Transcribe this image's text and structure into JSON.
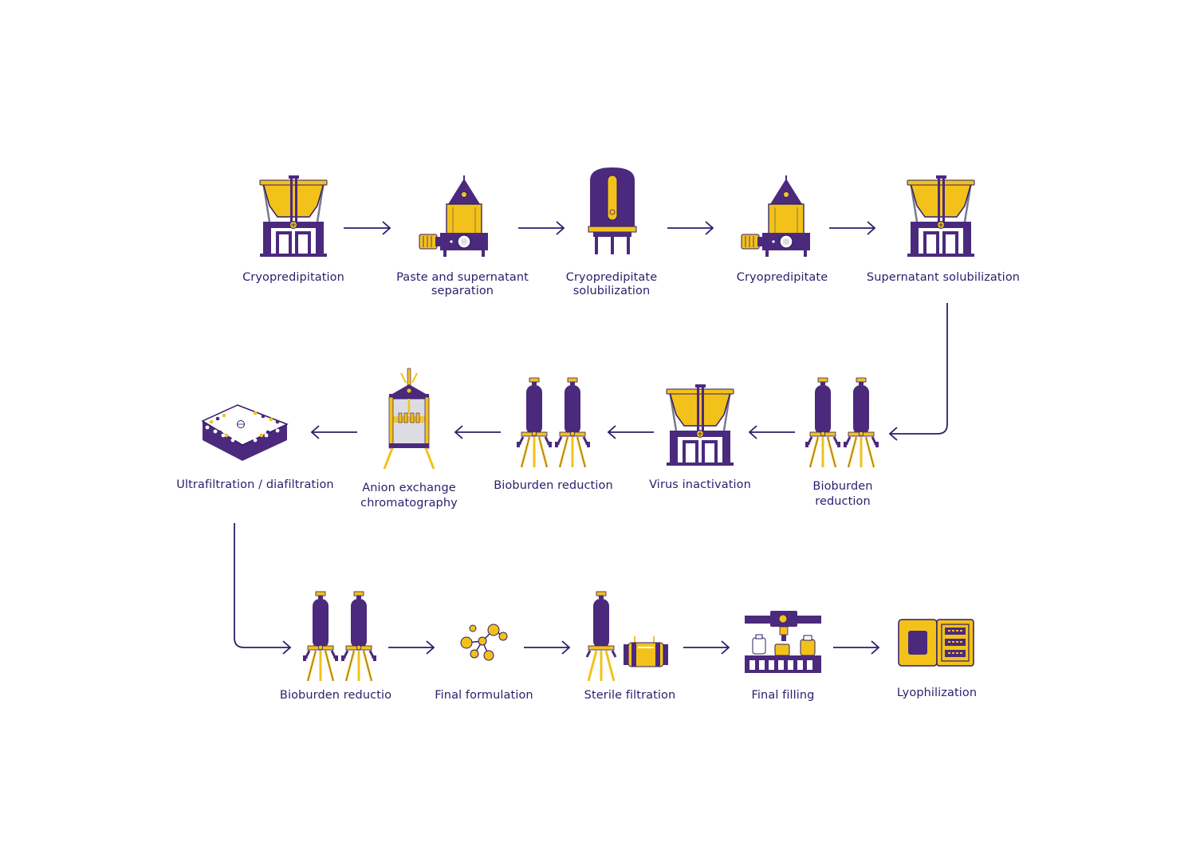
{
  "colors": {
    "purple": "#4b2a7d",
    "yellow": "#f2c21b",
    "outline": "#2e1c6b",
    "arrow": "#2e1c6b",
    "glass": "#dcdce2"
  },
  "steps": {
    "cryoprecipitation": {
      "label": "Cryopredipitation",
      "icon": "hopper-tank-icon"
    },
    "paste_separation": {
      "label": "Paste and supernatant\nseparation",
      "icon": "centrifuge-icon"
    },
    "cryo_solubilization": {
      "label": "Cryopredipitate\nsolubilization",
      "icon": "vessel-tank-icon"
    },
    "cryoprecipitate": {
      "label": "Cryopredipitate",
      "icon": "centrifuge-icon"
    },
    "supernatant_solubilization": {
      "label": "Supernatant solubilization",
      "icon": "hopper-tank-icon"
    },
    "bioburden_1": {
      "label": "Bioburden\nreduction",
      "icon": "filter-housing-icon"
    },
    "virus_inactivation": {
      "label": "Virus inactivation",
      "icon": "hopper-tank-icon"
    },
    "bioburden_2": {
      "label": "Bioburden reduction",
      "icon": "filter-housing-icon"
    },
    "anion_exchange": {
      "label": "Anion exchange\nchromatography",
      "icon": "chromatography-column-icon"
    },
    "ultrafiltration": {
      "label": "Ultrafiltration / diafiltration",
      "icon": "filtration-cassette-icon"
    },
    "bioburden_3": {
      "label": "Bioburden reductio",
      "icon": "filter-housing-icon"
    },
    "final_formulation": {
      "label": "Final formulation",
      "icon": "molecule-icon"
    },
    "sterile_filtration": {
      "label": "Sterile filtration",
      "icon": "sterile-filter-icon"
    },
    "final_filling": {
      "label": "Final filling",
      "icon": "filling-line-icon"
    },
    "lyophilization": {
      "label": "Lyophilization",
      "icon": "freeze-dryer-icon"
    }
  }
}
